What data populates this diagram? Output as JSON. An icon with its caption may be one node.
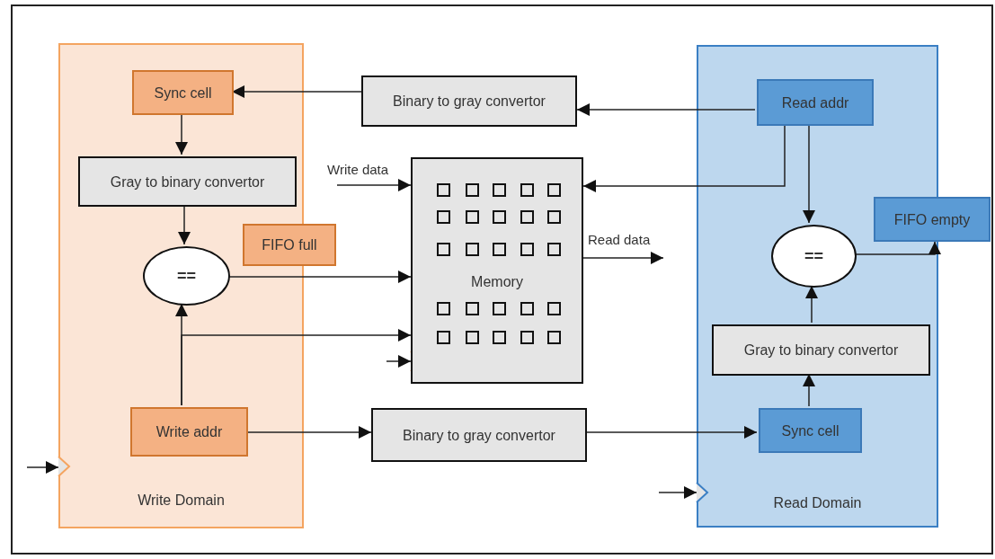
{
  "diagram": {
    "nodes": [
      {
        "text": [
          "Write Domain"
        ]
      },
      {
        "text": [
          "Sync cell"
        ],
        "in": 0
      },
      {
        "text": [
          "Gray to binary convertor"
        ],
        "in": 0
      },
      {
        "text": [
          "=="
        ],
        "in": 0
      },
      {
        "text": [
          "Write addr"
        ],
        "in": 0
      },
      {
        "text": [
          "FIFO full"
        ]
      },
      {
        "text": [
          "Binary to gray convertor"
        ]
      },
      {
        "text": [
          "Memory"
        ]
      },
      {
        "text": [
          "Binary to gray convertor"
        ]
      },
      {
        "text": [
          "Read Domain"
        ]
      },
      {
        "text": [
          "Read addr"
        ],
        "in": 9
      },
      {
        "text": [
          "=="
        ],
        "in": 9
      },
      {
        "text": [
          "Gray to binary convertor"
        ],
        "in": 9
      },
      {
        "text": [
          "Sync cell"
        ],
        "in": 9
      },
      {
        "text": [
          "FIFO empty"
        ]
      }
    ],
    "edges": [
      {
        "from": 6,
        "to": 1,
        "arrow": "to"
      },
      {
        "from": 1,
        "to": 2,
        "arrow": "to"
      },
      {
        "from": 2,
        "to": 3,
        "arrow": "to"
      },
      {
        "from": 3,
        "to": 7,
        "arrow": "to"
      },
      {
        "from": 4,
        "to": 3,
        "arrow": "to"
      },
      {
        "from": 4,
        "to": 7,
        "arrow": "to"
      },
      {
        "from": 4,
        "to": 8,
        "arrow": "to"
      },
      {
        "from": 8,
        "to": 13,
        "arrow": "to"
      },
      {
        "from": 13,
        "to": 12,
        "arrow": "to"
      },
      {
        "from": 12,
        "to": 11,
        "arrow": "to"
      },
      {
        "from": 10,
        "to": 6,
        "arrow": "to"
      },
      {
        "from": 10,
        "to": 7,
        "arrow": "to"
      },
      {
        "from": 10,
        "to": 11,
        "arrow": "to"
      },
      {
        "from": 11,
        "to": 14,
        "arrow": "to"
      },
      {
        "from": null,
        "to": 7,
        "arrow": "to",
        "label": "Write data"
      },
      {
        "from": 7,
        "to": null,
        "arrow": "to",
        "label": "Read data"
      },
      {
        "from": null,
        "to": 0,
        "arrow": "to"
      },
      {
        "from": null,
        "to": 7,
        "arrow": "to"
      },
      {
        "from": null,
        "to": 9,
        "arrow": "to"
      }
    ]
  }
}
